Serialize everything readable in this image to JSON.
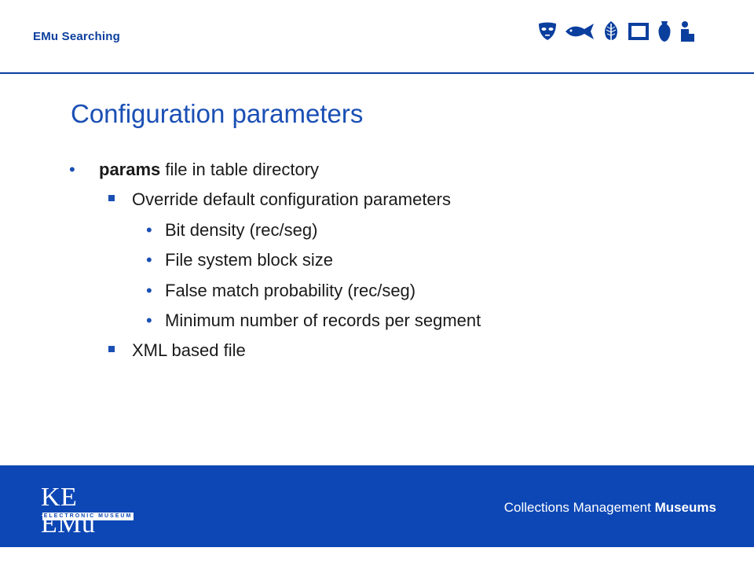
{
  "header": {
    "title": "EMu Searching",
    "icons": [
      "mask-icon",
      "fish-icon",
      "leaf-icon",
      "frame-icon",
      "vase-icon",
      "figure-icon"
    ]
  },
  "slide": {
    "title": "Configuration parameters",
    "bullets": [
      {
        "bold": "params",
        "text": " file in table directory"
      },
      {
        "text": "Override default configuration parameters"
      },
      {
        "text": "Bit density (rec/seg)"
      },
      {
        "text": "File system block size"
      },
      {
        "text": "False match probability (rec/seg)"
      },
      {
        "text": "Minimum number of records per segment"
      },
      {
        "text": "XML based file"
      }
    ]
  },
  "footer": {
    "logo_text": "KE EMu",
    "logo_subtext": "ELECTRONIC MUSEUM",
    "tagline_regular": "Collections Management ",
    "tagline_bold": "Museums"
  },
  "colors": {
    "brand_blue": "#0d47b5",
    "title_blue": "#1a4fb4"
  }
}
